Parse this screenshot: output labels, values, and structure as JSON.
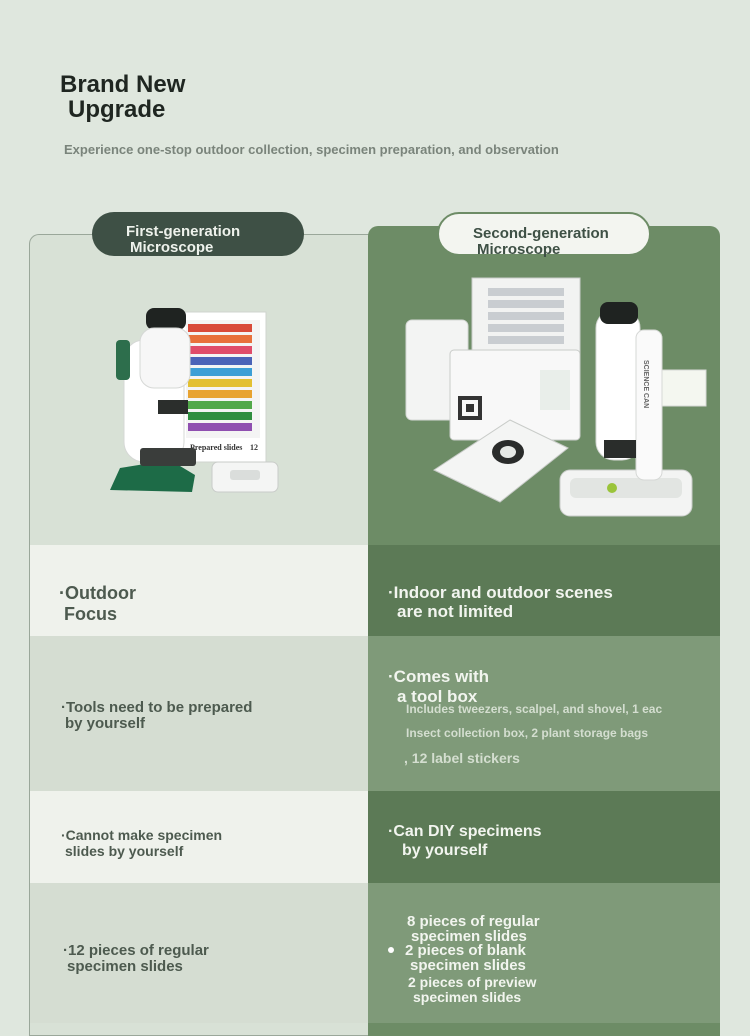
{
  "header": {
    "title_line1": "Brand New",
    "title_line2": "Upgrade",
    "subtitle": "Experience one-stop outdoor collection, specimen preparation, and observation"
  },
  "columns": {
    "first": {
      "line1": "First-generation",
      "line2": "Microscope"
    },
    "second": {
      "line1": "Second-generation",
      "line2": "Microscope"
    }
  },
  "product_images": {
    "first": {
      "slide_box_label": "Prepared slides",
      "slide_count": "12"
    },
    "second": {
      "device_label": "SCIENCE CAN"
    }
  },
  "rows": [
    {
      "first": {
        "line1": "·Outdoor",
        "line2": "Focus"
      },
      "second": {
        "line1": "·Indoor and outdoor scenes",
        "line2": "are not limited"
      }
    },
    {
      "first": {
        "line1": "·Tools need to be prepared",
        "line2": "by yourself"
      },
      "second": {
        "line1": "·Comes with",
        "line2": "a tool box",
        "detail1": "Includes tweezers, scalpel, and shovel, 1 eac",
        "detail2": "Insect collection box, 2 plant storage bags",
        "detail3": ", 12 label stickers"
      }
    },
    {
      "first": {
        "line1": "·Cannot make specimen",
        "line2": "slides by yourself"
      },
      "second": {
        "line1": "·Can DIY specimens",
        "line2": "by yourself"
      }
    },
    {
      "first": {
        "line1": "·12 pieces of regular",
        "line2": "specimen slides"
      },
      "second": {
        "item1_line1": "8 pieces of regular",
        "item1_line2": "specimen slides",
        "item2_line1": "2 pieces of blank",
        "item2_line2": "specimen slides",
        "item3_line1": "2 pieces of preview",
        "item3_line2": "specimen slides"
      }
    }
  ]
}
